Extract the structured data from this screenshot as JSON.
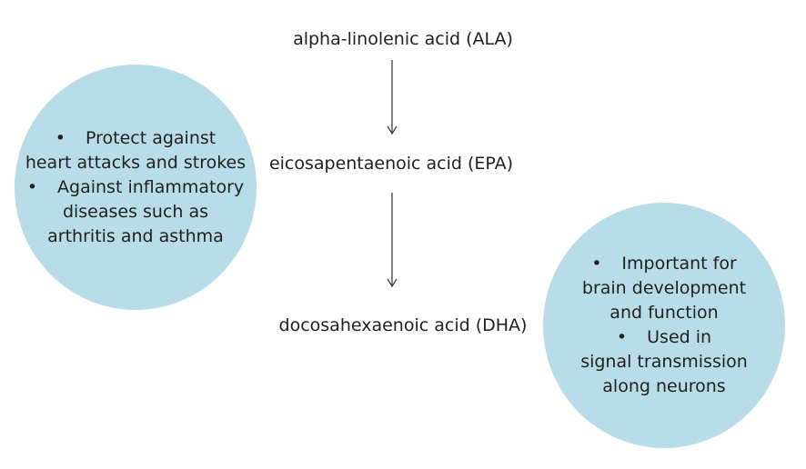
{
  "nodes": {
    "ala": "alpha-linolenic acid (ALA)",
    "epa": "eicosapentaenoic acid (EPA)",
    "dha": "docosahexaenoic acid (DHA)"
  },
  "left_bubble": {
    "bullet": "•",
    "b1_line1": "Protect against",
    "b1_line2": "heart attacks and strokes",
    "b2_line1": "Against inflammatory",
    "b2_line2": "diseases such as",
    "b2_line3": "arthritis and asthma"
  },
  "right_bubble": {
    "bullet": "•",
    "b1_line1": "Important for",
    "b1_line2": "brain development",
    "b1_line3": "and function",
    "b2_line1": "Used in",
    "b2_line2": "signal transmission",
    "b2_line3": "along neurons"
  },
  "colors": {
    "bubble_fill": "#b9dde8",
    "text": "#1f1f1f",
    "arrow": "#333333"
  }
}
